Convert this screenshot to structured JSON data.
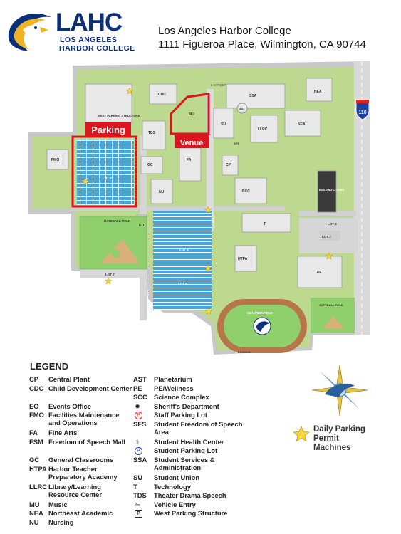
{
  "header": {
    "logo_text": "LAHC",
    "logo_sub1": "LOS ANGELES",
    "logo_sub2": "HARBOR COLLEGE",
    "college_name": "Los Angeles Harbor College",
    "address": "1111 Figueroa Place, Wilmington, CA  90744"
  },
  "callouts": {
    "parking": "Parking",
    "venue": "Venue"
  },
  "map_labels": {
    "cdc": "CDC",
    "ssa": "SSA",
    "mu": "MU",
    "su": "SU",
    "ast": "AST",
    "llrc": "LLRC",
    "nea1": "NEA",
    "nea2": "NEA",
    "tds": "TDS",
    "gc": "GC",
    "fa": "FA",
    "nu": "NU",
    "cp": "CP",
    "bcc": "BCC",
    "fmo": "FMO",
    "eo": "EO",
    "htpa": "HTPA",
    "t": "T",
    "pe": "PE",
    "sfs": "SFS",
    "west_structure": "WEST PARKING STRUCTURE",
    "lot5": "LOT 5",
    "lot6": "LOT 6",
    "lot6b": "LOT 6",
    "lot7": "LOT 7",
    "lot2": "LOT 2",
    "lot3": "LOT 3",
    "baseball": "BASEBALL FIELD",
    "seahawk": "SEAHAWK FIELD",
    "softball": "SOFTBALL FIELD",
    "building_closed": "BUILDING CLOSED",
    "l_street": "L STREET",
    "lagoon": "LAGOON",
    "fwy": "110"
  },
  "legend": {
    "title": "LEGEND",
    "left": [
      {
        "code": "CP",
        "desc": "Central Plant"
      },
      {
        "code": "CDC",
        "desc": "Child Development Center"
      },
      {
        "code": "EO",
        "desc": "Events Office"
      },
      {
        "code": "FMO",
        "desc": "Facilities Maintenance and Operations"
      },
      {
        "code": "FA",
        "desc": "Fine Arts"
      },
      {
        "code": "FSM",
        "desc": "Freedom of Speech Mall"
      },
      {
        "code": "GC",
        "desc": "General Classrooms"
      },
      {
        "code": "HTPA",
        "desc": "Harbor Teacher Preparatory Academy"
      },
      {
        "code": "LLRC",
        "desc": "Library/Learning Resource Center"
      },
      {
        "code": "MU",
        "desc": "Music"
      },
      {
        "code": "NEA",
        "desc": "Northeast Academic"
      },
      {
        "code": "NU",
        "desc": "Nursing"
      }
    ],
    "right": [
      {
        "code": "AST",
        "desc": "Planetarium"
      },
      {
        "code": "PE",
        "desc": "PE/Wellness"
      },
      {
        "code": "SCC",
        "desc": "Science Complex"
      },
      {
        "code": "",
        "desc": "Sheriff's Department"
      },
      {
        "code": "",
        "desc": "Staff Parking Lot"
      },
      {
        "code": "SFS",
        "desc": "Student Freedom of Speech Area"
      },
      {
        "code": "",
        "desc": "Student Health Center"
      },
      {
        "code": "",
        "desc": "Student Parking Lot"
      },
      {
        "code": "SSA",
        "desc": "Student Services & Administration"
      },
      {
        "code": "SU",
        "desc": "Student Union"
      },
      {
        "code": "T",
        "desc": "Technology"
      },
      {
        "code": "TDS",
        "desc": "Theater Drama Speech"
      },
      {
        "code": "",
        "desc": "Vehicle Entry"
      },
      {
        "code": "",
        "desc": "West Parking Structure"
      }
    ]
  },
  "permit": {
    "line1": "Daily Parking",
    "line2": "Permit",
    "line3": "Machines"
  },
  "colors": {
    "navy": "#0c2f7a",
    "gold": "#f0b323",
    "red": "#e0141e",
    "grass": "#b9d98a",
    "building": "#e6e6e6",
    "parking": "#4aa3d6"
  }
}
